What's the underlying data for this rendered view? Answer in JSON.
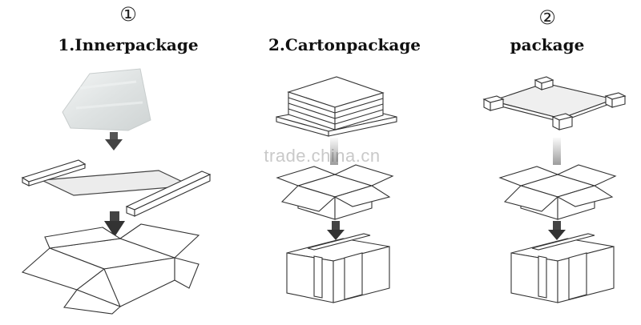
{
  "steps": [
    {
      "marker": "①",
      "title": "1.Innerpackage"
    },
    {
      "marker": "",
      "title": "2.Cartonpackage"
    },
    {
      "marker": "②",
      "title": "package"
    }
  ],
  "watermark": "trade.china.cn"
}
